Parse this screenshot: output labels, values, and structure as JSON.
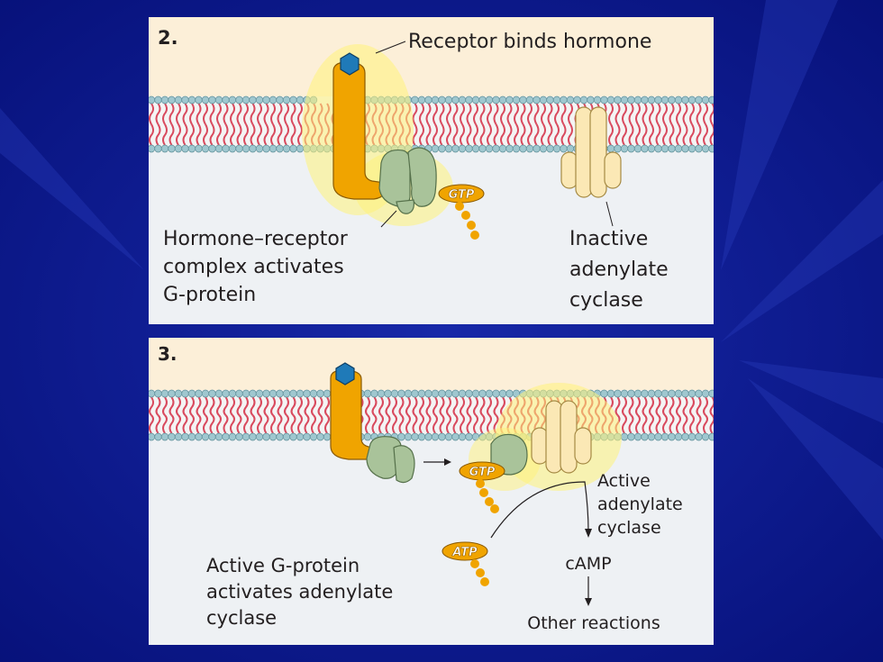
{
  "slide": {
    "background_color": "#0a1a8c",
    "panels": [
      {
        "step": "2.",
        "top_label": "Receptor binds hormone",
        "left_label": [
          "Hormone–receptor",
          "complex activates",
          "G-protein"
        ],
        "right_label": [
          "Inactive",
          "adenylate",
          "cyclase"
        ],
        "molecule": "GTP"
      },
      {
        "step": "3.",
        "right_label": [
          "Active",
          "adenylate",
          "cyclase"
        ],
        "left_label": [
          "Active G-protein",
          "activates adenylate",
          "cyclase"
        ],
        "molecules": [
          "GTP",
          "ATP"
        ],
        "product": "cAMP",
        "downstream": "Other reactions"
      }
    ]
  },
  "colors": {
    "cytoplasm": "#eef1f4",
    "extracellular": "#fcefd8",
    "phospholipid_head": "#9fc7cf",
    "lipid_tail": "#d94a5e",
    "receptor": "#f0a400",
    "hormone": "#1f7ab8",
    "g_protein": "#a9c39a",
    "adenylate_cyclase": "#fbe8b5",
    "glow": "#fff27a"
  }
}
